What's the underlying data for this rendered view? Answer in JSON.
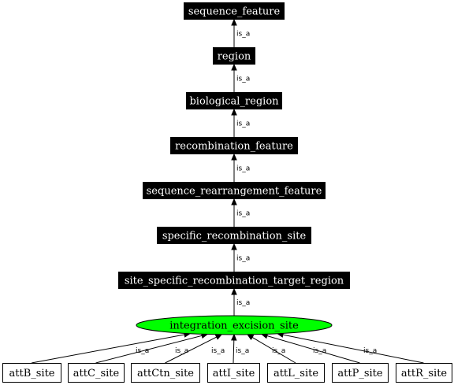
{
  "diagram": {
    "focus_color": "#00ff00",
    "edge_label": "is_a",
    "ancestors": [
      "sequence_feature",
      "region",
      "biological_region",
      "recombination_feature",
      "sequence_rearrangement_feature",
      "specific_recombination_site",
      "site_specific_recombination_target_region"
    ],
    "focus": "integration_excision_site",
    "children": [
      "attB_site",
      "attC_site",
      "attCtn_site",
      "attI_site",
      "attL_site",
      "attP_site",
      "attR_site"
    ]
  }
}
